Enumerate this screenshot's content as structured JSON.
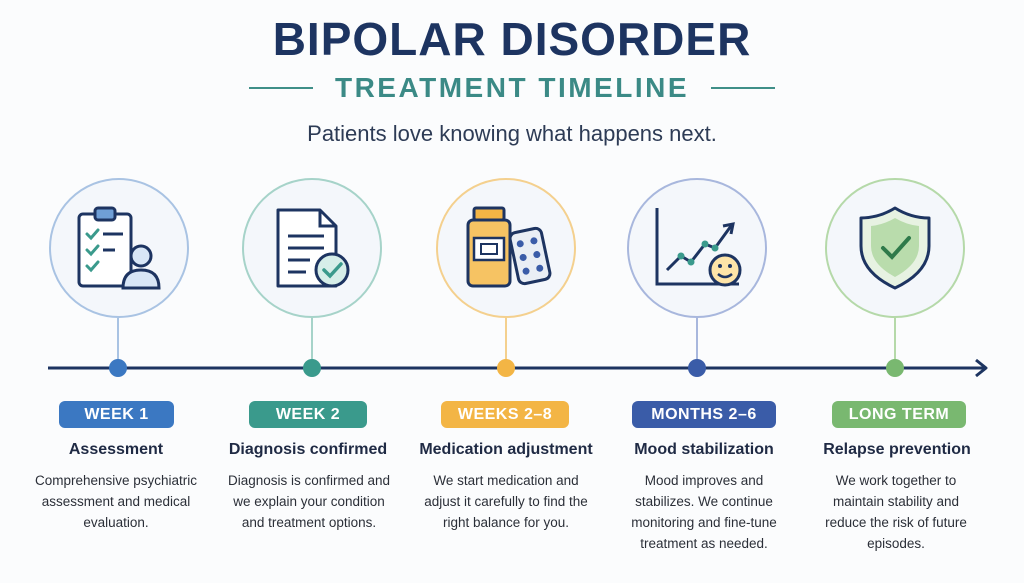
{
  "header": {
    "title": "BIPOLAR DISORDER",
    "subtitle": "TREATMENT TIMELINE",
    "tagline": "Patients love knowing what happens next."
  },
  "colors": {
    "navy": "#1d3461",
    "blue": "#3b78c2",
    "teal": "#3a9a8c",
    "orange": "#f3b545",
    "indigo": "#3a5ca8",
    "green": "#79b870"
  },
  "steps": [
    {
      "period": "WEEK 1",
      "heading": "Assessment",
      "description": "Comprehensive psychiatric assessment and medical evaluation.",
      "icon": "clipboard-checklist-icon",
      "color": "#3b78c2"
    },
    {
      "period": "WEEK 2",
      "heading": "Diagnosis confirmed",
      "description": "Diagnosis is confirmed and we explain your condition and treatment options.",
      "icon": "document-check-icon",
      "color": "#3a9a8c"
    },
    {
      "period": "WEEKS 2–8",
      "heading": "Medication adjustment",
      "description": "We start medication and adjust it carefully to find the right balance for you.",
      "icon": "medication-bottle-icon",
      "color": "#f3b545"
    },
    {
      "period": "MONTHS 2–6",
      "heading": "Mood stabilization",
      "description": "Mood improves and stabilizes. We continue monitoring and fine-tune treatment as needed.",
      "icon": "mood-chart-icon",
      "color": "#3a5ca8"
    },
    {
      "period": "LONG TERM",
      "heading": "Relapse prevention",
      "description": "We work together to maintain stability and reduce the risk of future episodes.",
      "icon": "shield-check-icon",
      "color": "#79b870"
    }
  ]
}
